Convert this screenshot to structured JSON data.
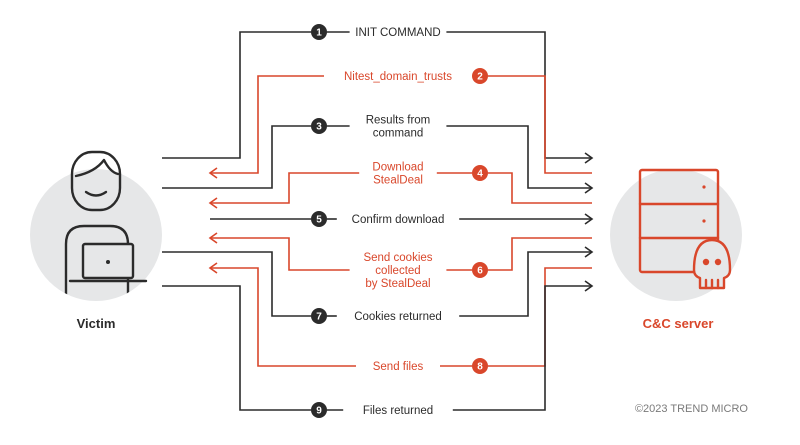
{
  "colors": {
    "dark": "#2b2b2b",
    "accent": "#d9472b",
    "circle_bg": "#e6e7e8",
    "muted": "#7a7a7a"
  },
  "victim": {
    "label": "Victim",
    "icon": "user-laptop-icon"
  },
  "server": {
    "label": "C&C server",
    "icon": "server-skull-icon"
  },
  "steps": [
    {
      "number": "1",
      "lines": [
        "INIT COMMAND"
      ],
      "direction": "to-server",
      "color": "dark"
    },
    {
      "number": "2",
      "lines": [
        "Nitest_domain_trusts"
      ],
      "direction": "to-victim",
      "color": "accent"
    },
    {
      "number": "3",
      "lines": [
        "Results from",
        "command"
      ],
      "direction": "to-server",
      "color": "dark"
    },
    {
      "number": "4",
      "lines": [
        "Download",
        "StealDeal"
      ],
      "direction": "to-victim",
      "color": "accent"
    },
    {
      "number": "5",
      "lines": [
        "Confirm download"
      ],
      "direction": "to-server",
      "color": "dark"
    },
    {
      "number": "6",
      "lines": [
        "Send cookies",
        "collected",
        "by StealDeal"
      ],
      "direction": "to-victim",
      "color": "accent"
    },
    {
      "number": "7",
      "lines": [
        "Cookies returned"
      ],
      "direction": "to-server",
      "color": "dark"
    },
    {
      "number": "8",
      "lines": [
        "Send files"
      ],
      "direction": "to-victim",
      "color": "accent"
    },
    {
      "number": "9",
      "lines": [
        "Files returned"
      ],
      "direction": "to-server",
      "color": "dark"
    }
  ],
  "copyright": "©2023 TREND MICRO"
}
